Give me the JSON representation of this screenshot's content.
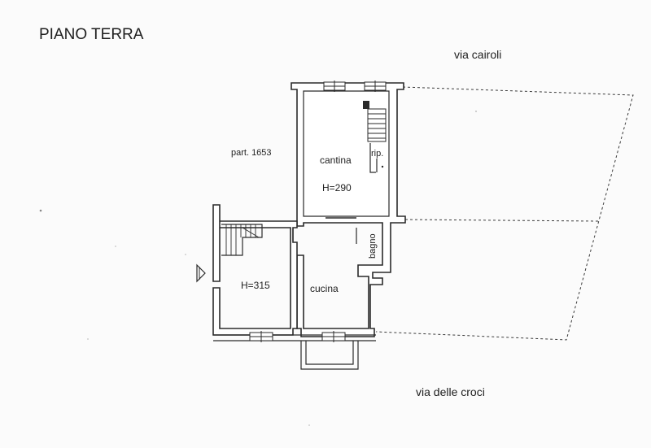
{
  "plan": {
    "title": "PIANO TERRA",
    "streets": {
      "north": "via cairoli",
      "south": "via delle croci"
    },
    "parcel": "part. 1653",
    "rooms": {
      "cantina": {
        "name": "cantina",
        "height": "H=290"
      },
      "ripostiglio": {
        "name": "rip."
      },
      "bagno": {
        "name": "bagno"
      },
      "cucina": {
        "name": "cucina"
      },
      "ingresso": {
        "height": "H=315"
      }
    }
  }
}
